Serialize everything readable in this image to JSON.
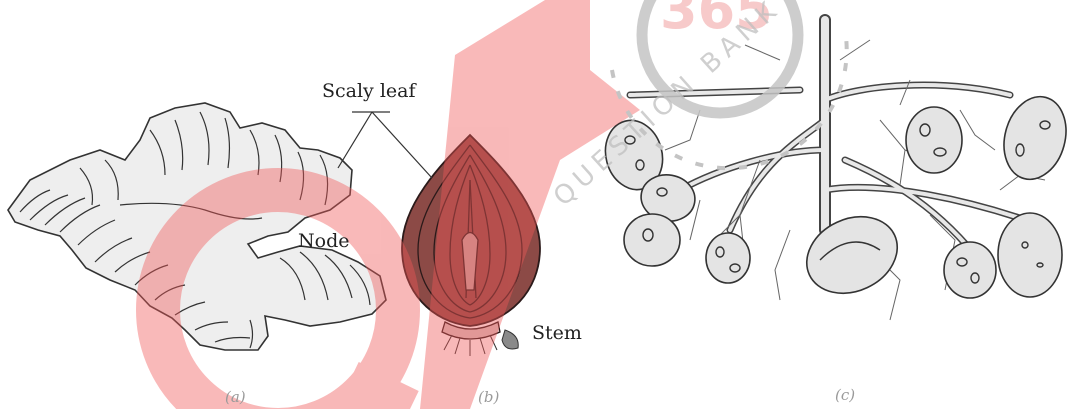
{
  "labels": {
    "scaly_leaf": "Scaly leaf",
    "node": "Node",
    "stem": "Stem"
  },
  "captions": {
    "a": "(a)",
    "b": "(b)",
    "c": "(c)"
  },
  "watermark": {
    "logo_letters": "QB",
    "seal_text": "365",
    "arc_text": "QUESTION BANK 365"
  },
  "colors": {
    "sketch_fill": "#eeeeee",
    "outline": "#333333",
    "onion": "#8c4a46",
    "watermark_red": "#f05858",
    "watermark_gray": "#c4c4c4"
  }
}
